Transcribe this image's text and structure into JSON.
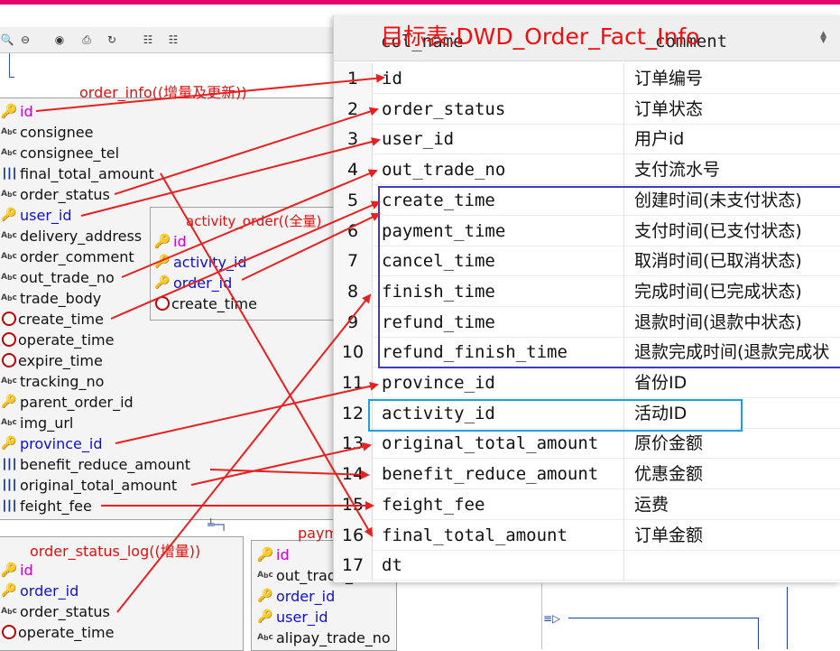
{
  "target_title": "目标表:DWD_Order_Fact_Info",
  "header": {
    "col1": "col_name",
    "col2": "comment"
  },
  "rows": [
    {
      "no": "1",
      "name": "id",
      "comment": "订单编号"
    },
    {
      "no": "2",
      "name": "order_status",
      "comment": "订单状态"
    },
    {
      "no": "3",
      "name": "user_id",
      "comment": "用户id"
    },
    {
      "no": "4",
      "name": "out_trade_no",
      "comment": "支付流水号"
    },
    {
      "no": "5",
      "name": "create_time",
      "comment": "创建时间(未支付状态)"
    },
    {
      "no": "6",
      "name": "payment_time",
      "comment": "支付时间(已支付状态)"
    },
    {
      "no": "7",
      "name": "cancel_time",
      "comment": "取消时间(已取消状态)"
    },
    {
      "no": "8",
      "name": "finish_time",
      "comment": "完成时间(已完成状态)"
    },
    {
      "no": "9",
      "name": "refund_time",
      "comment": "退款时间(退款中状态)"
    },
    {
      "no": "10",
      "name": "refund_finish_time",
      "comment": "退款完成时间(退款完成状"
    },
    {
      "no": "11",
      "name": "province_id",
      "comment": "省份ID"
    },
    {
      "no": "12",
      "name": "activity_id",
      "comment": "活动ID"
    },
    {
      "no": "13",
      "name": "original_total_amount",
      "comment": "原价金额"
    },
    {
      "no": "14",
      "name": "benefit_reduce_amount",
      "comment": "优惠金额"
    },
    {
      "no": "15",
      "name": "feight_fee",
      "comment": "运费"
    },
    {
      "no": "16",
      "name": "final_total_amount",
      "comment": "订单金额"
    },
    {
      "no": "17",
      "name": "dt",
      "comment": ""
    }
  ],
  "annotations": {
    "order_info": "order_info((增量及更新))",
    "activity_order": "activity_order((全量)",
    "order_status_log": "order_status_log((增量))",
    "payment_partial": "paym"
  },
  "order_info_fields": [
    {
      "name": "id",
      "icon": "key",
      "color": "magenta"
    },
    {
      "name": "consignee",
      "icon": "abc",
      "color": "black"
    },
    {
      "name": "consignee_tel",
      "icon": "abc",
      "color": "black"
    },
    {
      "name": "final_total_amount",
      "icon": "num",
      "color": "black"
    },
    {
      "name": "order_status",
      "icon": "abc",
      "color": "black"
    },
    {
      "name": "user_id",
      "icon": "fk",
      "color": "blue"
    },
    {
      "name": "delivery_address",
      "icon": "abc",
      "color": "black"
    },
    {
      "name": "order_comment",
      "icon": "abc",
      "color": "black"
    },
    {
      "name": "out_trade_no",
      "icon": "abc",
      "color": "black"
    },
    {
      "name": "trade_body",
      "icon": "abc",
      "color": "black"
    },
    {
      "name": "create_time",
      "icon": "clock",
      "color": "black"
    },
    {
      "name": "operate_time",
      "icon": "clock",
      "color": "black"
    },
    {
      "name": "expire_time",
      "icon": "clock",
      "color": "black"
    },
    {
      "name": "tracking_no",
      "icon": "abc",
      "color": "black"
    },
    {
      "name": "parent_order_id",
      "icon": "fk",
      "color": "black"
    },
    {
      "name": "img_url",
      "icon": "abc",
      "color": "black"
    },
    {
      "name": "province_id",
      "icon": "fk",
      "color": "blue"
    },
    {
      "name": "benefit_reduce_amount",
      "icon": "num",
      "color": "black"
    },
    {
      "name": "original_total_amount",
      "icon": "num",
      "color": "black"
    },
    {
      "name": "feight_fee",
      "icon": "num",
      "color": "black"
    }
  ],
  "activity_order_fields": [
    {
      "name": "id",
      "icon": "key",
      "color": "magenta"
    },
    {
      "name": "activity_id",
      "icon": "fk",
      "color": "blue"
    },
    {
      "name": "order_id",
      "icon": "fk",
      "color": "blue"
    },
    {
      "name": "create_time",
      "icon": "clock",
      "color": "black"
    }
  ],
  "order_status_log_fields": [
    {
      "name": "id",
      "icon": "key",
      "color": "magenta"
    },
    {
      "name": "order_id",
      "icon": "fk",
      "color": "blue"
    },
    {
      "name": "order_status",
      "icon": "abc",
      "color": "black"
    },
    {
      "name": "operate_time",
      "icon": "clock",
      "color": "black"
    }
  ],
  "payment_fields": [
    {
      "name": "id",
      "icon": "key",
      "color": "magenta"
    },
    {
      "name": "out_trade_no",
      "icon": "abc",
      "color": "black"
    },
    {
      "name": "order_id",
      "icon": "fk",
      "color": "blue"
    },
    {
      "name": "user_id",
      "icon": "fk",
      "color": "blue"
    },
    {
      "name": "alipay_trade_no",
      "icon": "abc",
      "color": "black"
    }
  ],
  "colors": {
    "arrow": "#e82020",
    "highlight_blue": "#3c3cc8",
    "highlight_cyan": "#1ea0e0",
    "title_red": "#ee1010",
    "pk_magenta": "#d000d0",
    "fk_blue": "#1010d0"
  }
}
